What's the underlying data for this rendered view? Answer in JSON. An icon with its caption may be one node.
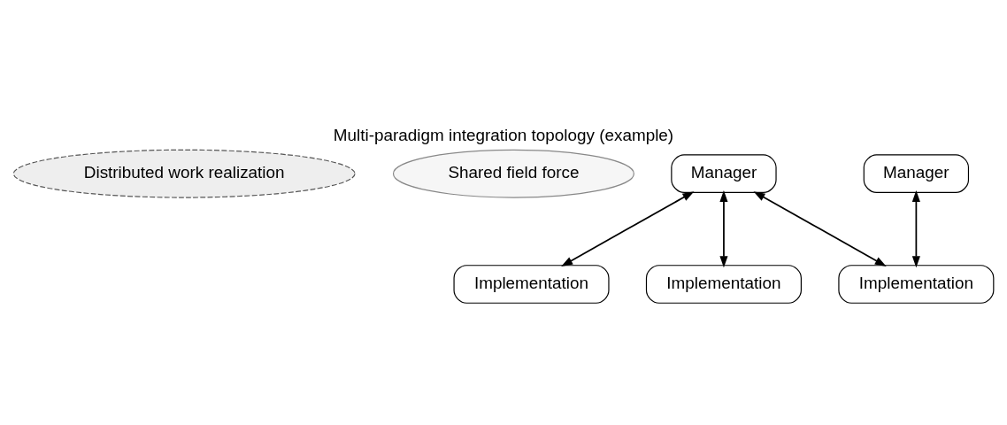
{
  "diagram": {
    "title": "Multi-paradigm integration topology (example)",
    "nodes": [
      {
        "text": [
          "Distributed work realization"
        ]
      },
      {
        "text": [
          "Shared field force"
        ]
      },
      {
        "text": [
          "Manager"
        ]
      },
      {
        "text": [
          "Manager"
        ]
      },
      {
        "text": [
          "Implementation"
        ]
      },
      {
        "text": [
          "Implementation"
        ]
      },
      {
        "text": [
          "Implementation"
        ]
      }
    ],
    "edges": [
      {
        "from": 2,
        "to": 4,
        "arrow": "both"
      },
      {
        "from": 2,
        "to": 5,
        "arrow": "both"
      },
      {
        "from": 2,
        "to": 6,
        "arrow": "both"
      },
      {
        "from": 3,
        "to": 6,
        "arrow": "both"
      }
    ]
  }
}
